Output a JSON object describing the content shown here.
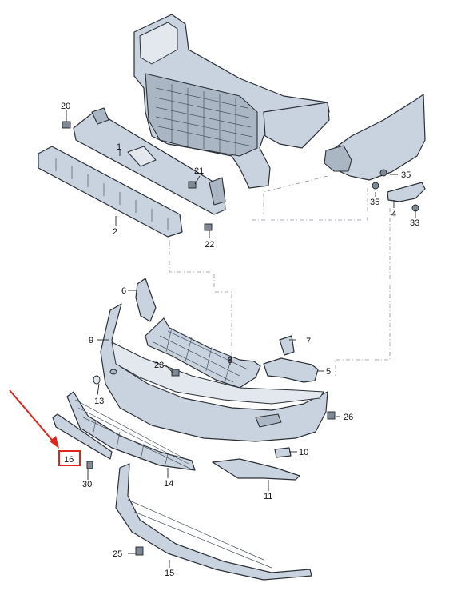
{
  "labels": {
    "p1": "1",
    "p2": "2",
    "p4": "4",
    "p5": "5",
    "p6": "6",
    "p7": "7",
    "p8": "8",
    "p9": "9",
    "p10": "10",
    "p11": "11",
    "p13": "13",
    "p14": "14",
    "p15": "15",
    "p16": "16",
    "p20": "20",
    "p21": "21",
    "p22": "22",
    "p23": "23",
    "p25": "25",
    "p26": "26",
    "p30": "30",
    "p33": "33",
    "p35a": "35",
    "p35b": "35"
  },
  "highlight": {
    "part": "16",
    "color": "#e0241b"
  }
}
